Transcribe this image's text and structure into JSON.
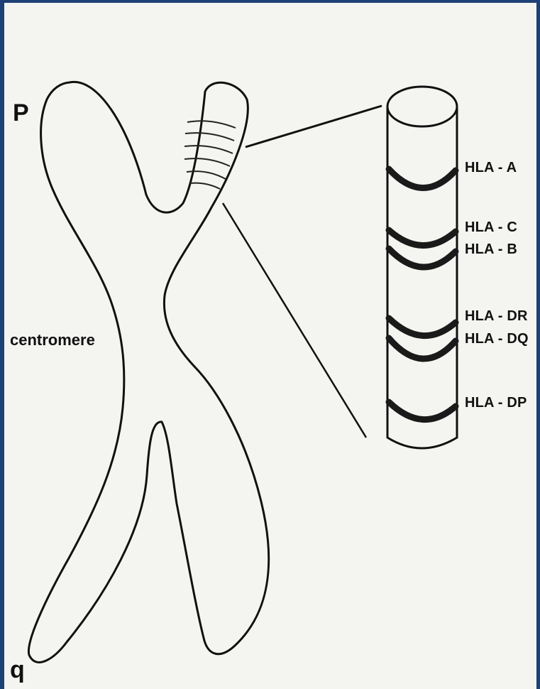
{
  "labels": {
    "p_arm": "P",
    "q_arm": "q",
    "centromere": "centromere"
  },
  "genes": [
    {
      "label": "HLA - A"
    },
    {
      "label": "HLA - C"
    },
    {
      "label": "HLA - B"
    },
    {
      "label": "HLA - DR"
    },
    {
      "label": "HLA - DQ"
    },
    {
      "label": "HLA - DP"
    }
  ],
  "colors": {
    "frame": "#1e4175",
    "paper": "#f4f4f1",
    "ink": "#111111"
  }
}
